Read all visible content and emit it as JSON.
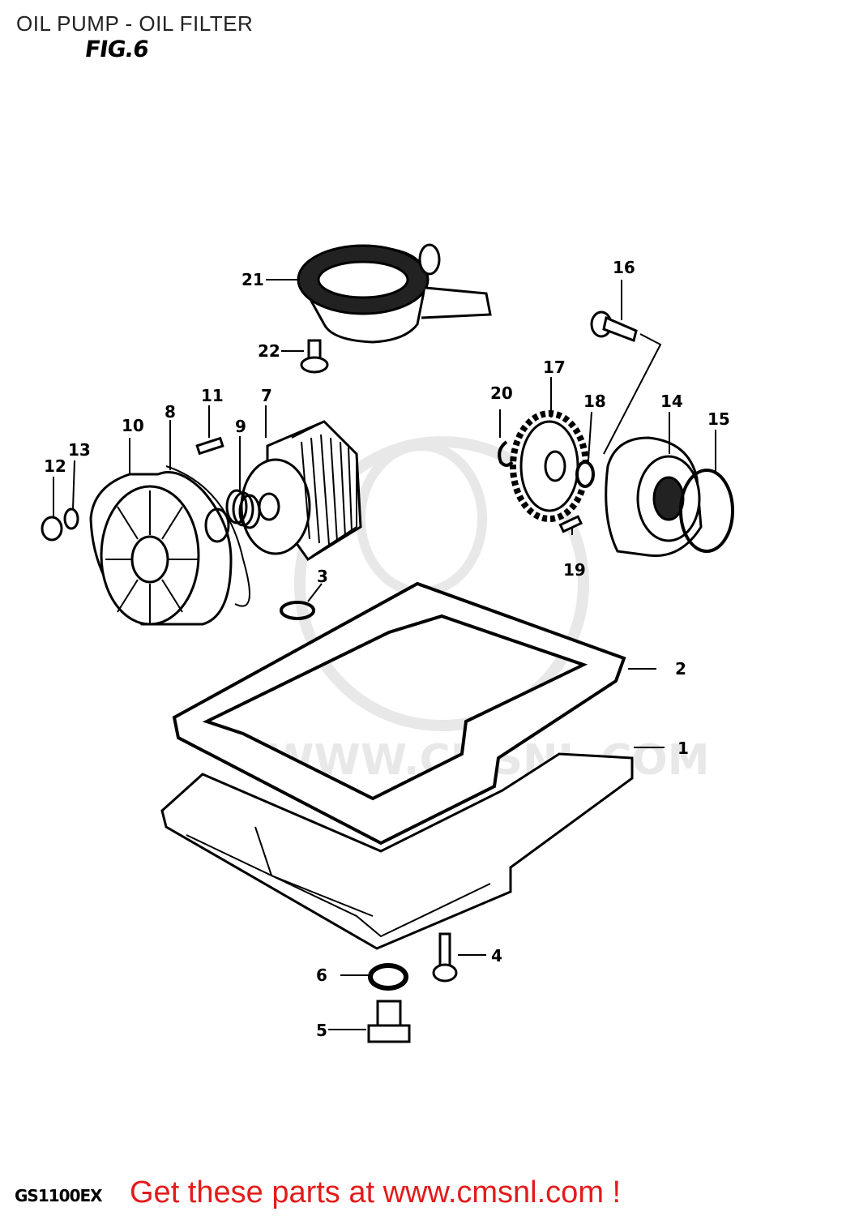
{
  "header": {
    "title": "OIL PUMP - OIL FILTER",
    "figure": "FIG.6"
  },
  "watermark": "WWW.CMSNL.COM",
  "parts": [
    {
      "id": "1",
      "label": "1"
    },
    {
      "id": "2",
      "label": "2"
    },
    {
      "id": "3",
      "label": "3"
    },
    {
      "id": "4",
      "label": "4"
    },
    {
      "id": "5",
      "label": "5"
    },
    {
      "id": "6",
      "label": "6"
    },
    {
      "id": "7",
      "label": "7"
    },
    {
      "id": "8",
      "label": "8"
    },
    {
      "id": "9",
      "label": "9"
    },
    {
      "id": "10",
      "label": "10"
    },
    {
      "id": "11",
      "label": "11"
    },
    {
      "id": "12",
      "label": "12"
    },
    {
      "id": "13",
      "label": "13"
    },
    {
      "id": "14",
      "label": "14"
    },
    {
      "id": "15",
      "label": "15"
    },
    {
      "id": "16",
      "label": "16"
    },
    {
      "id": "17",
      "label": "17"
    },
    {
      "id": "18",
      "label": "18"
    },
    {
      "id": "19",
      "label": "19"
    },
    {
      "id": "20",
      "label": "20"
    },
    {
      "id": "21",
      "label": "21"
    },
    {
      "id": "22",
      "label": "22"
    }
  ],
  "footer": {
    "model": "GS1100EX",
    "promo": "Get these parts at www.cmsnl.com !"
  },
  "colors": {
    "promo": "#e31b1b",
    "ink": "#000000",
    "watermark": "#e6e6e6"
  }
}
